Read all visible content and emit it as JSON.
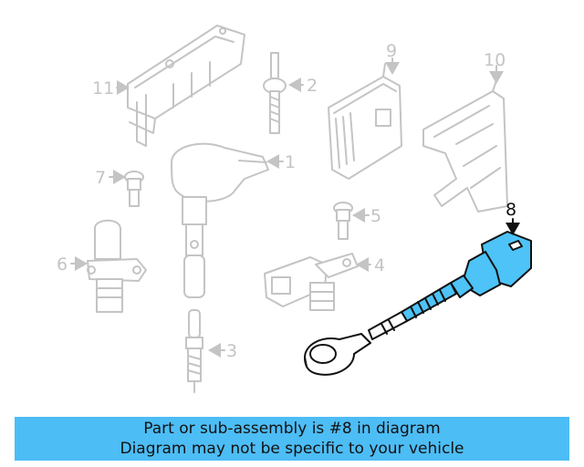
{
  "callouts": {
    "c1": "1",
    "c2": "2",
    "c3": "3",
    "c4": "4",
    "c5": "5",
    "c6": "6",
    "c7": "7",
    "c8": "8",
    "c9": "9",
    "c10": "10",
    "c11": "11"
  },
  "banner": {
    "line1": "Part or sub-assembly is #8 in diagram",
    "line2": "Diagram may not be specific to your vehicle"
  },
  "colors": {
    "highlight": "#4dc3f7",
    "dim": "#c4c4c4",
    "banner": "#4dbdf5"
  }
}
